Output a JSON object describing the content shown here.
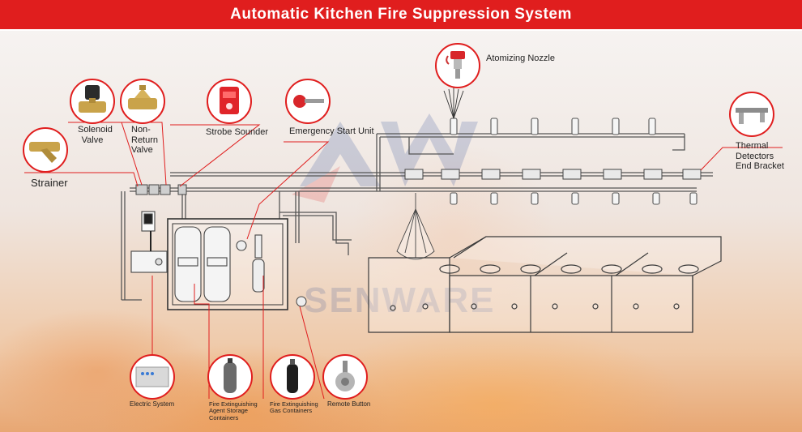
{
  "title": "Automatic Kitchen Fire Suppression System",
  "watermark": "SENWARE",
  "colors": {
    "banner": "#e01e1e",
    "line": "#555555",
    "callout": "#e01e1e"
  },
  "components": {
    "atomizing_nozzle": {
      "label": "Atomizing Nozzle",
      "icon": "nozzle-icon"
    },
    "solenoid_valve": {
      "label": "Solenoid Valve",
      "icon": "brass-solenoid-valve-icon"
    },
    "non_return_valve": {
      "label": "Non-Return Valve",
      "icon": "brass-check-valve-icon"
    },
    "strobe_sounder": {
      "label": "Strobe Sounder",
      "icon": "strobe-sounder-icon"
    },
    "emergency_start_unit": {
      "label": "Emergency Start Unit",
      "icon": "pull-handle-icon"
    },
    "strainer": {
      "label": "Strainer",
      "icon": "y-strainer-icon"
    },
    "thermal_detectors": {
      "label": "Thermal Detectors End Bracket",
      "icon": "bracket-icon"
    },
    "electric_system": {
      "label": "Electric System",
      "icon": "control-panel-icon"
    },
    "agent_containers": {
      "label": "Fire Extinguishing Agent Storage Containers",
      "icon": "agent-cylinder-icon"
    },
    "gas_containers": {
      "label": "Fire Extinguishing Gas Containers",
      "icon": "gas-cylinder-icon"
    },
    "remote_button": {
      "label": "Remote Button",
      "icon": "remote-button-icon"
    }
  }
}
